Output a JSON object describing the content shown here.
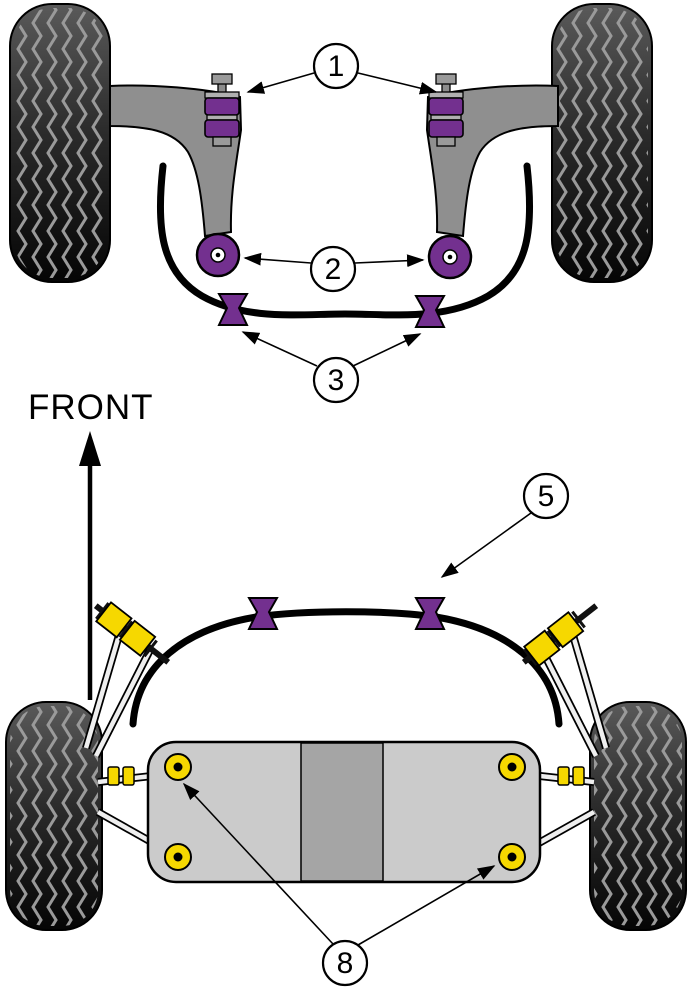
{
  "diagram": {
    "front_label": "FRONT",
    "callout_labels": [
      "1",
      "2",
      "3",
      "5",
      "8"
    ]
  },
  "colors": {
    "bushing_purple": "#73308f",
    "link_yellow": "#f6d800",
    "arm_gray": "#8f8f8f",
    "subframe_gray": "#cbcbcb",
    "subframe_band_gray": "#a5a5a5"
  }
}
